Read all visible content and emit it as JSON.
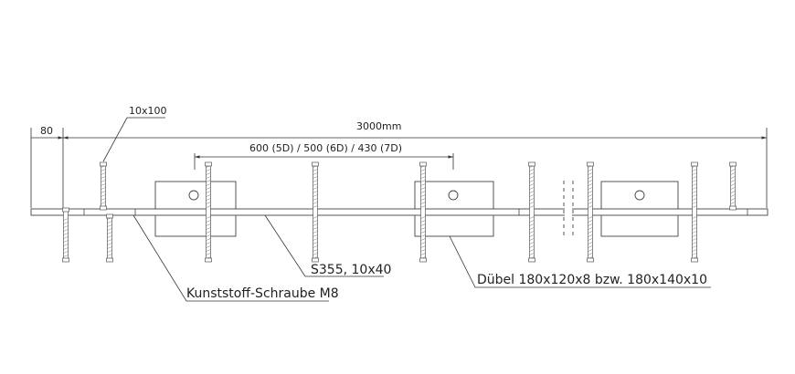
{
  "dimensions": {
    "overall_length": "3000mm",
    "edge_offset": "80",
    "spacing": "600 (5D) / 500 (6D) / 430 (7D)",
    "bolt_size": "10x100"
  },
  "callouts": {
    "profile": "S355, 10x40",
    "screw": "Kunststoff-Schraube M8",
    "dowel": "Dübel 180x120x8 bzw. 180x140x10"
  }
}
